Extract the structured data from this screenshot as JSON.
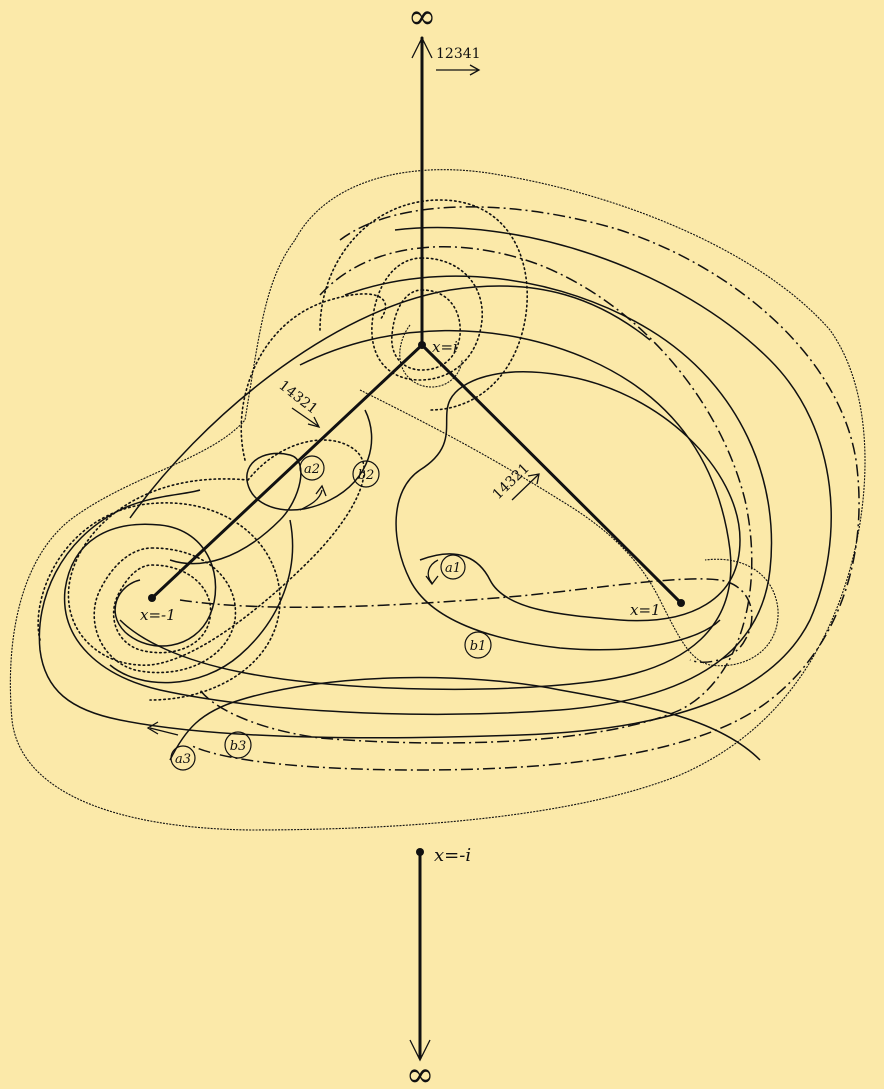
{
  "points": {
    "infinity_top": "∞",
    "infinity_bottom": "∞",
    "x_i": "x=i",
    "x_minus_1": "x=-1",
    "x_1": "x=1",
    "x_minus_i": "x=-i"
  },
  "cut_labels": {
    "top": "12341",
    "left_branch": "14321",
    "right_branch": "14321"
  },
  "loop_labels": {
    "a1": "a1",
    "a2": "a2",
    "a3": "a3",
    "b1": "b1",
    "b2": "b2",
    "b3": "b3"
  }
}
